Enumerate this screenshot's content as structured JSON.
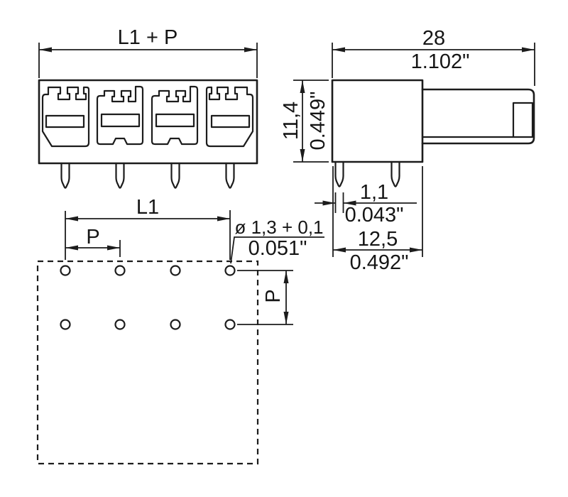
{
  "drawing": {
    "kind": "connector dimensional drawing",
    "front_view": {
      "total_width_label": "L1 + P"
    },
    "side_view": {
      "width_mm": "28",
      "width_in": "1.102\"",
      "height_mm": "11,4",
      "height_in": "0.449\"",
      "pin_width_mm": "1,1",
      "pin_width_in": "0.043\"",
      "depth_mm": "12,5",
      "depth_in": "0.492\""
    },
    "footprint": {
      "length_label": "L1",
      "pitch_label": "P",
      "hole_dia_mm": "ø 1,3 + 0,1",
      "hole_dia_in": "0.051\"",
      "row_pitch_label": "P"
    },
    "colors": {
      "line": "#1c1c1c",
      "background": "#ffffff"
    }
  }
}
